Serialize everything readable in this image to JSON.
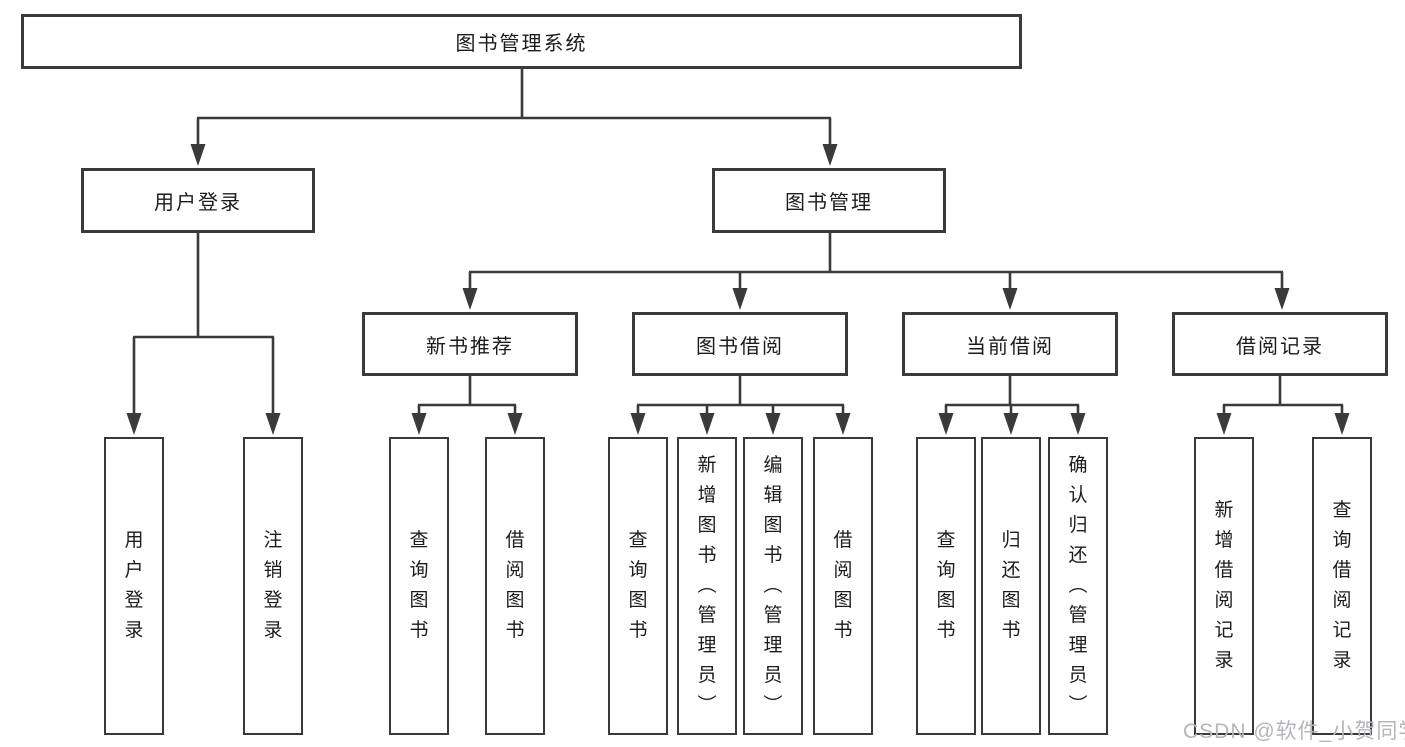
{
  "tree": {
    "root": {
      "label": "图书管理系统"
    },
    "branches": [
      {
        "label": "用户登录",
        "children": [
          {
            "label": "用户登录"
          },
          {
            "label": "注销登录"
          }
        ]
      },
      {
        "label": "图书管理",
        "children": [
          {
            "label": "新书推荐",
            "children": [
              {
                "label": "查询图书"
              },
              {
                "label": "借阅图书"
              }
            ]
          },
          {
            "label": "图书借阅",
            "children": [
              {
                "label": "查询图书"
              },
              {
                "label": "新增图书（管理员）"
              },
              {
                "label": "编辑图书（管理员）"
              },
              {
                "label": "借阅图书"
              }
            ]
          },
          {
            "label": "当前借阅",
            "children": [
              {
                "label": "查询图书"
              },
              {
                "label": "归还图书"
              },
              {
                "label": "确认归还（管理员）"
              }
            ]
          },
          {
            "label": "借阅记录",
            "children": [
              {
                "label": "新增借阅记录"
              },
              {
                "label": "查询借阅记录"
              }
            ]
          }
        ]
      }
    ]
  },
  "watermark": "CSDN @软件_小贺同学",
  "colors": {
    "line": "#3a3a3a",
    "box_border": "#3a3a3a",
    "text": "#1c1c1c",
    "watermark": "#b5b5bd",
    "background": "#ffffff"
  }
}
